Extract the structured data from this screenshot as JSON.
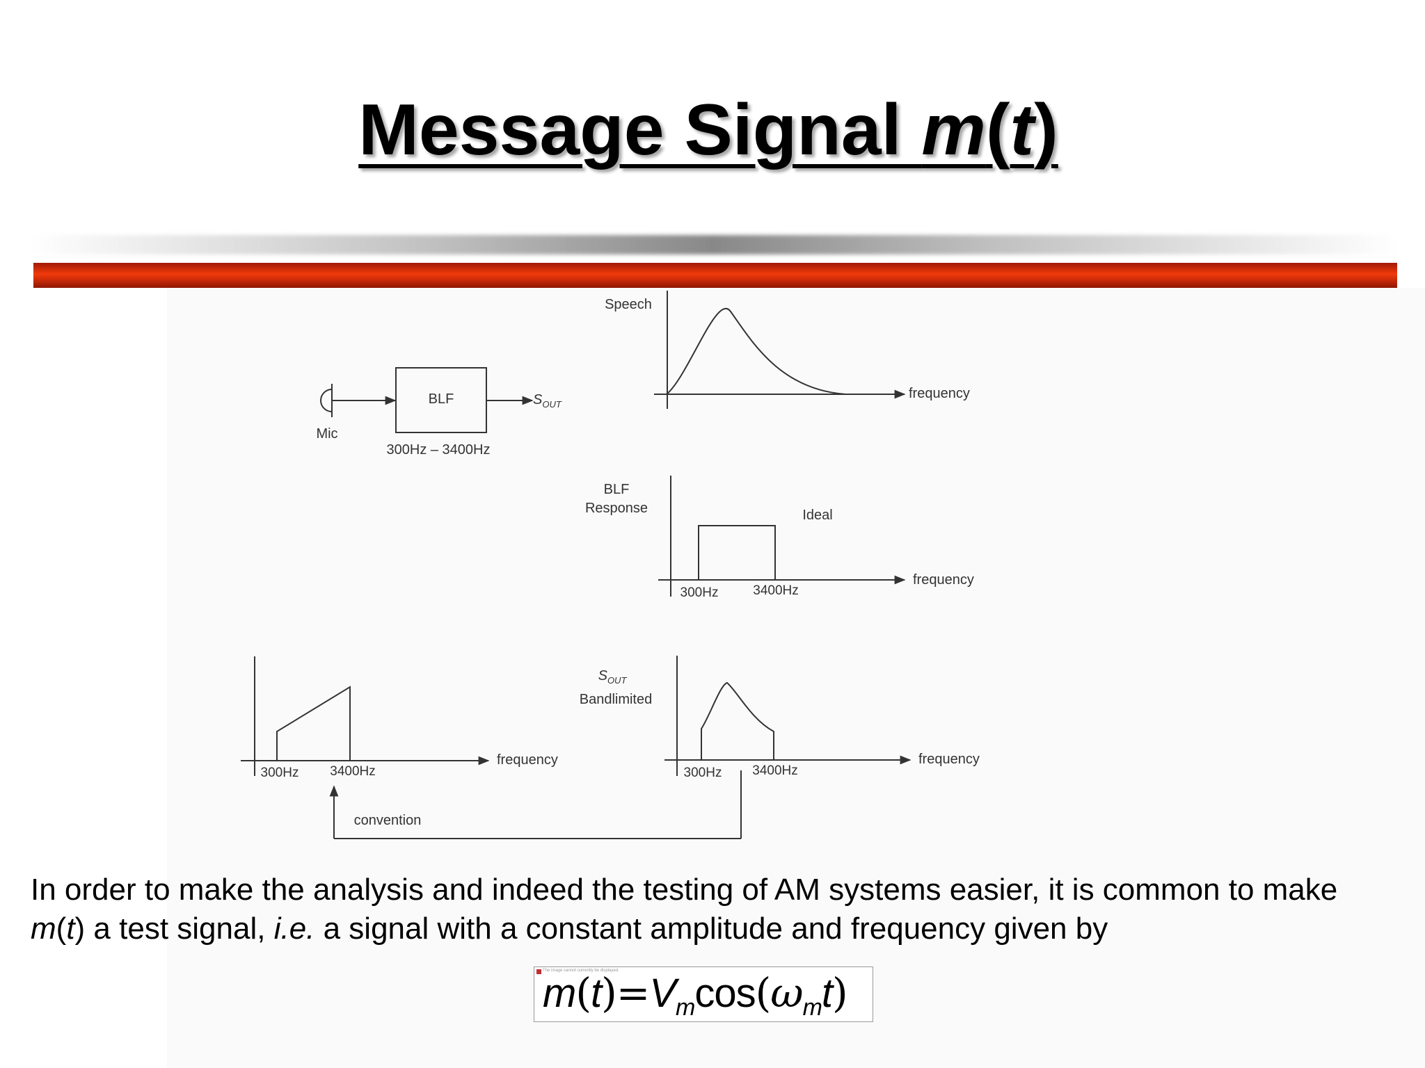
{
  "slide": {
    "title_text": "Message Signal ",
    "title_m": "m",
    "title_open": "(",
    "title_t": "t",
    "title_close": ")"
  },
  "diagram": {
    "mic_label": "Mic",
    "blf_box_label": "BLF",
    "blf_range_label": "300Hz – 3400Hz",
    "sout_main": "S",
    "sout_sub": "OUT",
    "speech_label": "Speech",
    "blf_response_label_1": "BLF",
    "blf_response_label_2": "Response",
    "ideal_label": "Ideal",
    "sout_bandlimited_label": "Bandlimited",
    "convention_label": "convention",
    "frequency_label": "frequency",
    "tick_300": "300Hz",
    "tick_3400": "3400Hz"
  },
  "body": {
    "line1": "In order to make the analysis and indeed the testing of AM systems easier, it is common to make",
    "line2_m": "m",
    "line2_open": "(",
    "line2_t": "t",
    "line2_close": ")",
    "line2_mid": " a test signal, ",
    "line2_ie": "i.e.",
    "line2_end": " a signal with a constant amplitude and frequency given by"
  },
  "formula": {
    "m": "m",
    "lp": "(",
    "t": "t",
    "rp": ")",
    "eq": "=",
    "V": "V",
    "sub_m1": "m",
    "cos": "cos",
    "lp2": "(",
    "omega": "ω",
    "sub_m2": "m",
    "t2": "t",
    "rp2": ")",
    "placeholder_note": "The image cannot currently be displayed."
  },
  "colors": {
    "red_bar": "#e0340a",
    "panel_bg": "#fafafa",
    "diagram_ink": "#333333"
  }
}
